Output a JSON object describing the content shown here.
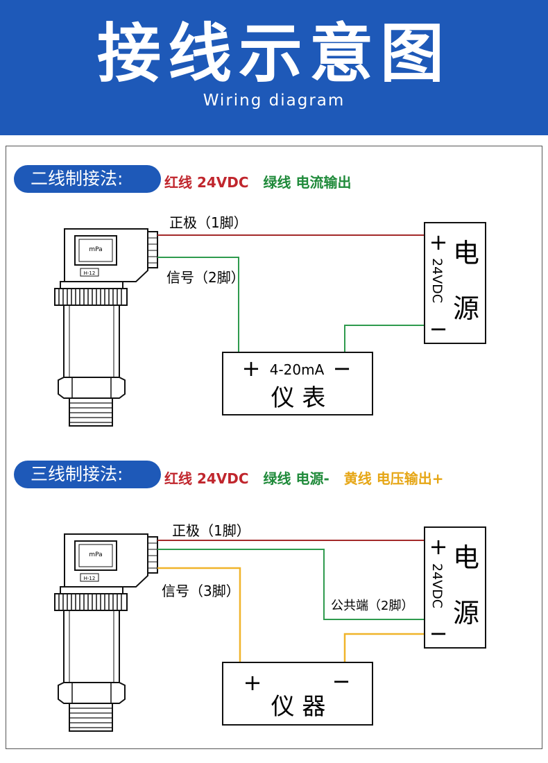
{
  "header": {
    "title": "接线示意图",
    "subtitle": "Wiring diagram",
    "bg_color": "#1e59b8"
  },
  "two_wire": {
    "method": "二线制接法:",
    "legend": [
      {
        "text": "红线 24VDC",
        "color": "#c0262d"
      },
      {
        "text": "绿线 电流输出",
        "color": "#1f8a3a"
      }
    ],
    "wire_labels": {
      "positive": "正极（1脚）",
      "signal": "信号（2脚）"
    },
    "power": {
      "plus": "+",
      "minus": "−",
      "voltage": "24VDC",
      "char1": "电",
      "char2": "源"
    },
    "meter": {
      "plus": "+",
      "range": "4-20mA",
      "minus": "−",
      "name": "仪 表"
    }
  },
  "three_wire": {
    "method": "三线制接法:",
    "legend": [
      {
        "text": "红线 24VDC",
        "color": "#c0262d"
      },
      {
        "text": "绿线 电源-",
        "color": "#1f8a3a"
      },
      {
        "text": "黄线 电压输出+",
        "color": "#e6a615"
      }
    ],
    "wire_labels": {
      "positive": "正极（1脚）",
      "signal": "信号（3脚）",
      "common": "公共端（2脚）"
    },
    "power": {
      "plus": "+",
      "minus": "−",
      "voltage": "24VDC",
      "char1": "电",
      "char2": "源"
    },
    "meter": {
      "plus": "+",
      "minus": "−",
      "name": "仪 器"
    }
  },
  "sensor": {
    "badge": "mPa",
    "model": "H-12"
  },
  "colors": {
    "red_wire": "#a32a2a",
    "green_wire": "#2e9a4d",
    "yellow_wire": "#f0b42a"
  }
}
